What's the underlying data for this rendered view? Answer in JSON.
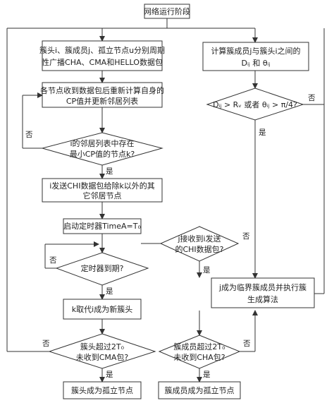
{
  "title": "网络运行阶段",
  "nodes": {
    "broadcast": [
      "簇头i、簇成员j、孤立节点u分别周期",
      "性广播CHA、CMA和HELLO数据包"
    ],
    "recalc": [
      "各节点收到数据包后重新计算自身的",
      "CP值并更新邻居列表"
    ],
    "min_cp": [
      "i的邻居列表中存在",
      "最小CP值的节点k?"
    ],
    "send_chi": [
      "i发送CHI数据包给除k以外的其",
      "它邻居节点"
    ],
    "timer": [
      "启动定时器TimeA=T₀"
    ],
    "expire": [
      "定时器到期?"
    ],
    "replace": [
      "k取代i成为新簇头"
    ],
    "head_check": [
      "簇头超过2T₀",
      "未收到CMA包?"
    ],
    "head_isolated": [
      "簇头成为孤立节点"
    ],
    "calc_dist": [
      "计算簇成员j与簇头i之间的",
      "Dᵢⱼ 和 θᵢⱼ"
    ],
    "threshold": [
      "Dᵢⱼ > Rᵥ 或者 θᵢⱼ > π/4?"
    ],
    "recv_chi": [
      "j接收到i发送",
      "的CHI数据包?"
    ],
    "critical": [
      "j成为临界簇成员并执行簇",
      "生成算法"
    ],
    "member_check": [
      "簇成员超过2T₀",
      "未收到CHA包?"
    ],
    "member_isolated": [
      "簇成员成为孤立节点"
    ]
  },
  "labels": {
    "yes": "是",
    "no": "否"
  }
}
